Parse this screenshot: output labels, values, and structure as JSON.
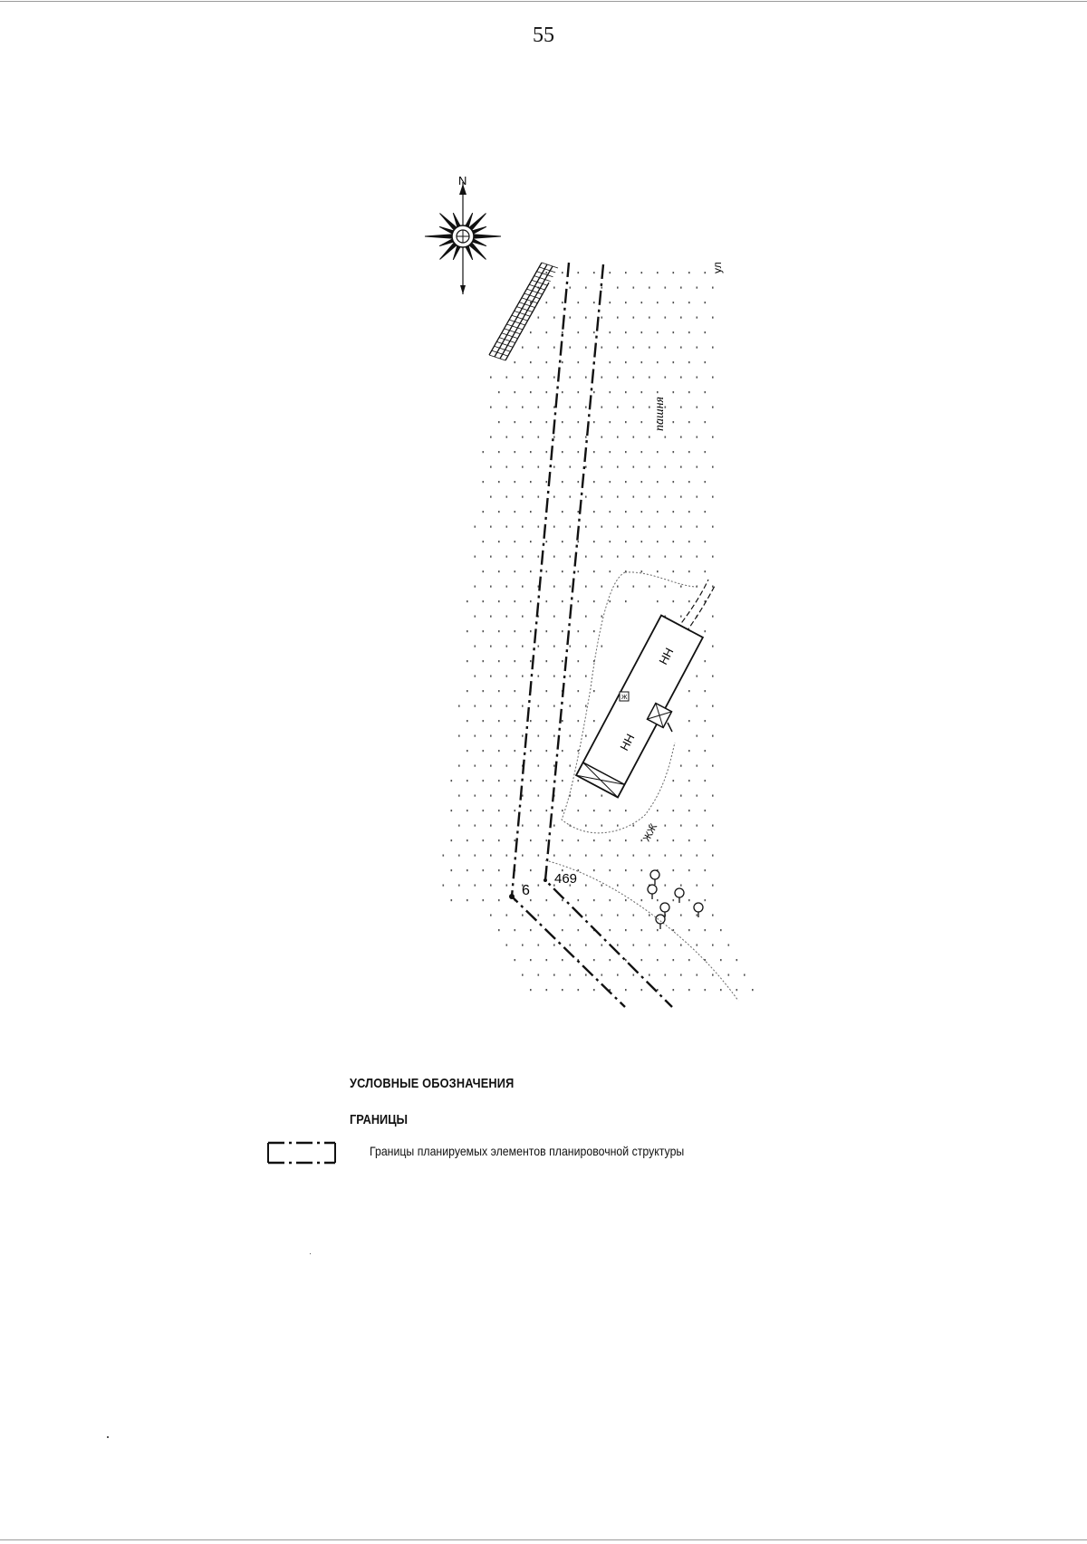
{
  "page": {
    "number": "55"
  },
  "map": {
    "north_label": "N",
    "street_label": "пашня",
    "corner_label": "ул",
    "point_labels": {
      "left_point": "6",
      "right_point": "469"
    },
    "building_labels": [
      "НН",
      "НН"
    ],
    "small_box_label": "Ж",
    "hatch_label": "ЖЖ"
  },
  "legend": {
    "title": "УСЛОВНЫЕ ОБОЗНАЧЕНИЯ",
    "section": "ГРАНИЦЫ",
    "items": [
      {
        "label": "Границы планируемых элементов планировочной структуры",
        "icon": "dash-dot-boundary-icon"
      }
    ]
  },
  "colors": {
    "ink": "#111111",
    "faint": "#777777"
  }
}
